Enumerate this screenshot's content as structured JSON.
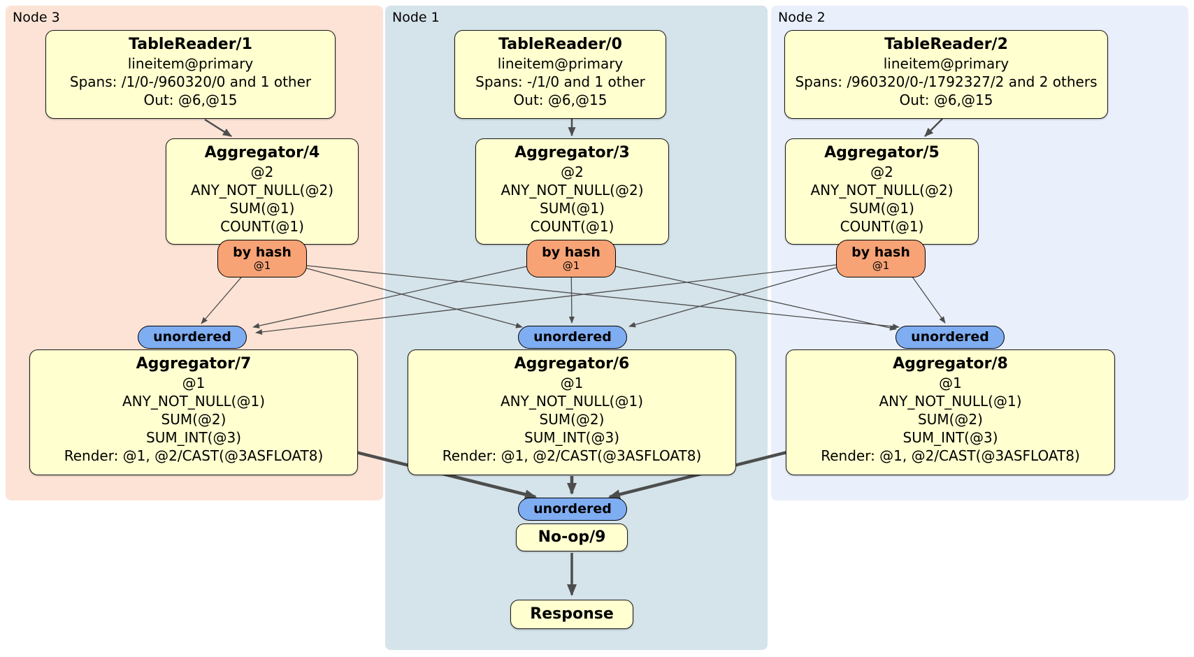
{
  "colors": {
    "node3-bg": "#fce3d5",
    "node1-bg": "#d5e3ea",
    "node2-bg": "#eaf0fb",
    "box-bg": "#ffffd0",
    "box-border": "#1a1a1a",
    "router-bg": "#f7a376",
    "sync-bg": "#7fadf2",
    "edge": "#4d4d4d"
  },
  "nodes": [
    {
      "label": "Node 3",
      "table_reader": {
        "title": "TableReader/1",
        "index": "lineitem@primary",
        "spans": "Spans: /1/0-/960320/0 and 1 other",
        "out": "Out: @6,@15"
      },
      "aggregator_top": {
        "title": "Aggregator/4",
        "lines": [
          "@2",
          "ANY_NOT_NULL(@2)",
          "SUM(@1)",
          "COUNT(@1)"
        ]
      },
      "router": {
        "label": "by hash",
        "sub": "@1"
      },
      "sync": {
        "label": "unordered"
      },
      "aggregator_bottom": {
        "title": "Aggregator/7",
        "lines": [
          "@1",
          "ANY_NOT_NULL(@1)",
          "SUM(@2)",
          "SUM_INT(@3)",
          "Render: @1, @2/CAST(@3ASFLOAT8)"
        ]
      }
    },
    {
      "label": "Node 1",
      "table_reader": {
        "title": "TableReader/0",
        "index": "lineitem@primary",
        "spans": "Spans: -/1/0 and 1 other",
        "out": "Out: @6,@15"
      },
      "aggregator_top": {
        "title": "Aggregator/3",
        "lines": [
          "@2",
          "ANY_NOT_NULL(@2)",
          "SUM(@1)",
          "COUNT(@1)"
        ]
      },
      "router": {
        "label": "by hash",
        "sub": "@1"
      },
      "sync": {
        "label": "unordered"
      },
      "aggregator_bottom": {
        "title": "Aggregator/6",
        "lines": [
          "@1",
          "ANY_NOT_NULL(@1)",
          "SUM(@2)",
          "SUM_INT(@3)",
          "Render: @1, @2/CAST(@3ASFLOAT8)"
        ]
      }
    },
    {
      "label": "Node 2",
      "table_reader": {
        "title": "TableReader/2",
        "index": "lineitem@primary",
        "spans": "Spans: /960320/0-/1792327/2 and 2 others",
        "out": "Out: @6,@15"
      },
      "aggregator_top": {
        "title": "Aggregator/5",
        "lines": [
          "@2",
          "ANY_NOT_NULL(@2)",
          "SUM(@1)",
          "COUNT(@1)"
        ]
      },
      "router": {
        "label": "by hash",
        "sub": "@1"
      },
      "sync": {
        "label": "unordered"
      },
      "aggregator_bottom": {
        "title": "Aggregator/8",
        "lines": [
          "@1",
          "ANY_NOT_NULL(@1)",
          "SUM(@2)",
          "SUM_INT(@3)",
          "Render: @1, @2/CAST(@3ASFLOAT8)"
        ]
      }
    }
  ],
  "final": {
    "sync_label": "unordered",
    "noop_label": "No-op/9",
    "response_label": "Response"
  }
}
